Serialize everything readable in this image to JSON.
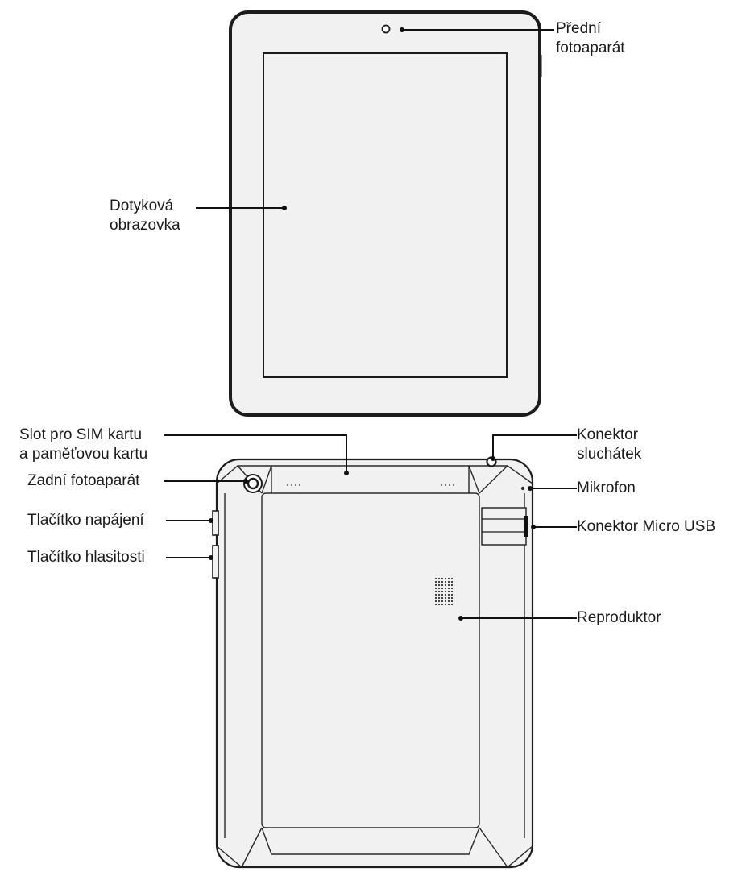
{
  "labels": {
    "front_camera": [
      "Přední",
      "fotoaparát"
    ],
    "touchscreen": [
      "Dotyková",
      "obrazovka"
    ],
    "sim_slot": [
      "Slot pro SIM kartu",
      "a paměťovou kartu"
    ],
    "rear_camera": "Zadní fotoaparát",
    "power_button": "Tlačítko napájení",
    "volume_button": "Tlačítko hlasitosti",
    "headphone_jack": [
      "Konektor",
      "sluchátek"
    ],
    "microphone": "Mikrofon",
    "micro_usb": "Konektor Micro USB",
    "speaker": "Reproduktor"
  },
  "colors": {
    "device_fill": "#f2f1f1",
    "outline": "#1c1c1c",
    "leader": "#111111"
  }
}
